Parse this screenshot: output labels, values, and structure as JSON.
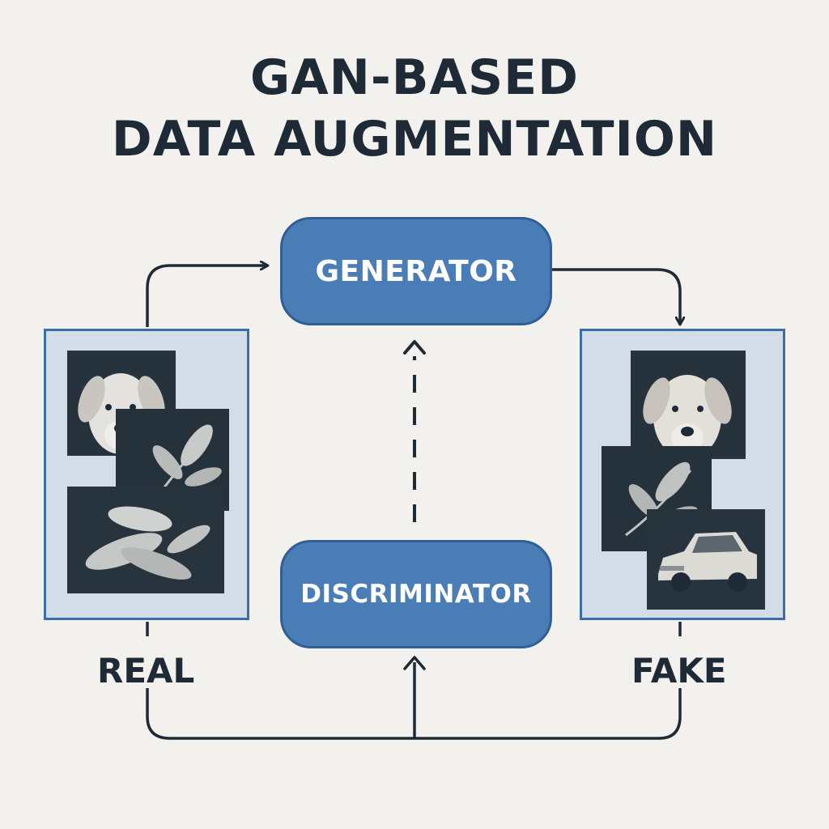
{
  "title": {
    "line1": "GAN-BASED",
    "line2": "DATA AUGMENTATION"
  },
  "nodes": {
    "generator": "GENERATOR",
    "discriminator": "DISCRIMINATOR"
  },
  "labels": {
    "real": "REAL",
    "fake": "FAKE"
  },
  "panels": {
    "real": {
      "images": [
        "dog-photo",
        "leaf-photo",
        "plant-photo"
      ]
    },
    "fake": {
      "images": [
        "dog-photo",
        "leaf-photo",
        "car-photo"
      ]
    }
  },
  "colors": {
    "node_fill": "#4a7db5",
    "panel_fill": "#d3dde8",
    "panel_border": "#3b6ea8",
    "line": "#1e2a35",
    "background": "#f3f1ee"
  }
}
